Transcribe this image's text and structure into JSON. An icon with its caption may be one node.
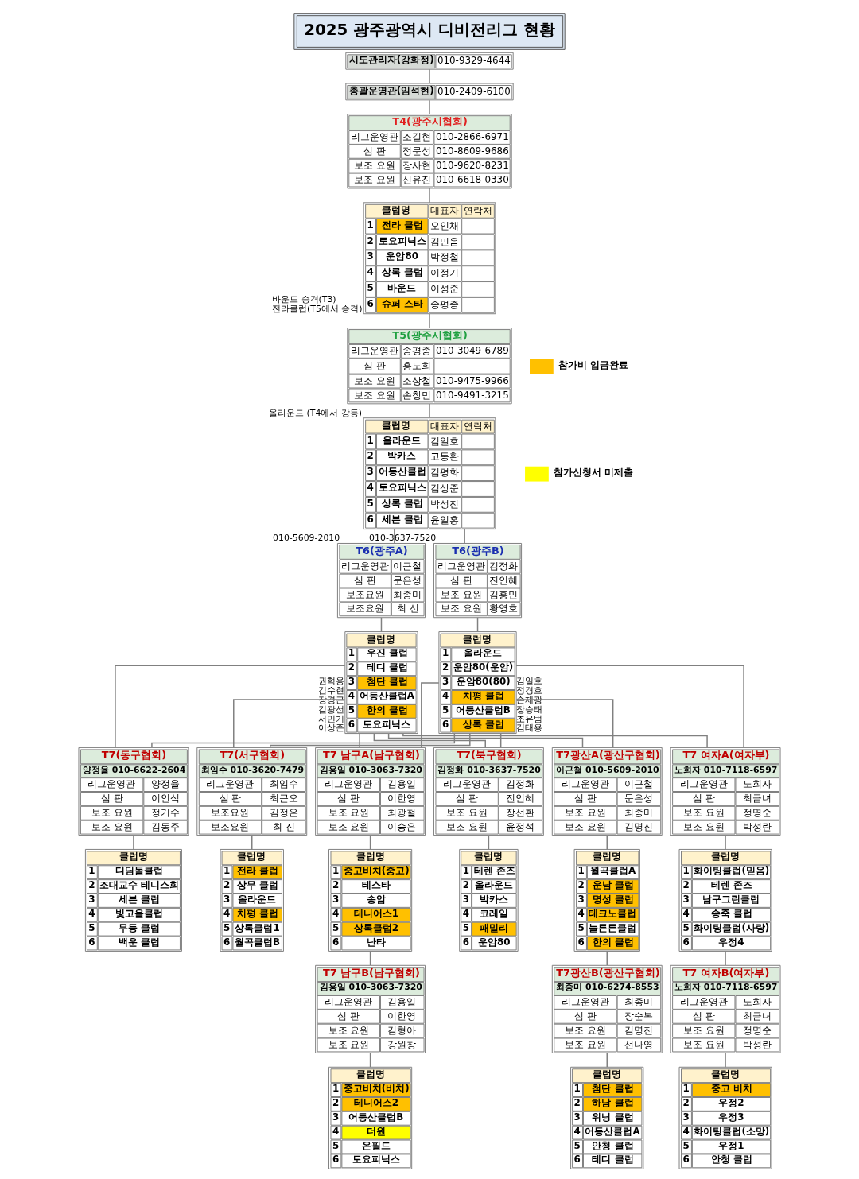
{
  "diagram": {
    "title": "2025 광주광역시 디비전리그 현황",
    "nodes": [
      {
        "text": [
          "시도관리자(강화정)",
          "010-9329-4644"
        ]
      },
      {
        "text": [
          "총괄운영관(임석현)",
          "010-2409-6100"
        ]
      },
      {
        "text": [
          "T4(광주시협회)",
          "리그운영관",
          "조길현",
          "010-2866-6971",
          "심 판",
          "정문성",
          "010-8609-9686",
          "보조 요원",
          "장사현",
          "010-9620-8231",
          "보조 요원",
          "신유진",
          "010-6618-0330"
        ]
      },
      {
        "text": [
          "클럽명",
          "대표자",
          "연락처",
          "1",
          "전라 클럽",
          "오인채",
          "2",
          "토요피닉스",
          "김민음",
          "3",
          "운암80",
          "박정철",
          "4",
          "상록 클럽",
          "이정기",
          "5",
          "바운드",
          "이성준",
          "6",
          "슈퍼 스타",
          "송평종"
        ],
        "beside": [
          "바운드 승격(T3)",
          "전라클럽(T5에서 승격)"
        ]
      },
      {
        "text": [
          "T5(광주시협회)",
          "리그운영관",
          "송평종",
          "010-3049-6789",
          "심 판",
          "홍도희",
          "보조 요원",
          "조상철",
          "010-9475-9966",
          "보조 요원",
          "손창민",
          "010-9491-3215"
        ]
      },
      {
        "text": [
          "클럽명",
          "대표자",
          "연락처",
          "1",
          "올라운드",
          "김일호",
          "2",
          "박카스",
          "고동환",
          "3",
          "어등산클럽",
          "김평화",
          "4",
          "토요피닉스",
          "김상준",
          "5",
          "상록 클럽",
          "박성진",
          "6",
          "세븐 클럽",
          "윤일홍"
        ],
        "beside": [
          "올라운드 (T4에서 강등)"
        ]
      },
      {
        "text": [
          "T6(광주A)",
          "리그운영관",
          "이근철",
          "심 판",
          "문은성",
          "보조요원",
          "최종미",
          "보조요원",
          "최 선"
        ],
        "beside": [
          "010-5609-2010"
        ]
      },
      {
        "text": [
          "클럽명",
          "1",
          "우진 클럽",
          "2",
          "테디 클럽",
          "3",
          "첨단 클럽",
          "4",
          "어등산클럽A",
          "5",
          "한의 클럽",
          "6",
          "토요피닉스"
        ],
        "beside": [
          "권혁용",
          "김수현",
          "장경근",
          "김광선",
          "서민기",
          "이상준"
        ]
      },
      {
        "text": [
          "T6(광주B)",
          "리그운영관",
          "김정화",
          "심 판",
          "진인혜",
          "보조 요원",
          "김홍민",
          "보조 요원",
          "황영호"
        ],
        "beside": [
          "010-3637-7520"
        ]
      },
      {
        "text": [
          "클럽명",
          "1",
          "올라운드",
          "2",
          "운암80(운암)",
          "3",
          "운암80(80)",
          "4",
          "치평 클럽",
          "5",
          "어등산클럽B",
          "6",
          "상록 클럽"
        ],
        "beside": [
          "김일호",
          "정경호",
          "손재광",
          "장승태",
          "조유범",
          "김태용"
        ]
      },
      {
        "text": [
          "T7(동구협회)",
          "양정율 010-6622-2604",
          "리그운영관",
          "양정율",
          "심 판",
          "이인식",
          "보조 요원",
          "정기수",
          "보조 요원",
          "김동주"
        ]
      },
      {
        "text": [
          "클럽명",
          "1",
          "디딤돌클럽",
          "2",
          "조대교수 테니스회",
          "3",
          "세븐 클럽",
          "4",
          "빛고을클럽",
          "5",
          "무등 클럽",
          "6",
          "백운 클럽"
        ]
      },
      {
        "text": [
          "T7(서구협회)",
          "최임수 010-3620-7479",
          "리그운영관",
          "최임수",
          "심 판",
          "최근오",
          "보조요원",
          "김정은",
          "보조요원",
          "최 진"
        ]
      },
      {
        "text": [
          "클럽명",
          "1",
          "전라 클럽",
          "2",
          "상무 클럽",
          "3",
          "올라운드",
          "4",
          "치평 클럽",
          "5",
          "상록클럽1",
          "6",
          "월곡클럽B"
        ]
      },
      {
        "text": [
          "T7 남구A(남구협회)",
          "김용일 010-3063-7320",
          "리그운영관",
          "김용일",
          "심 판",
          "이한영",
          "보조 요원",
          "최광철",
          "보조 요원",
          "이승은"
        ]
      },
      {
        "text": [
          "클럽명",
          "1",
          "중고비치(중고)",
          "2",
          "테스타",
          "3",
          "송암",
          "4",
          "테니어스1",
          "5",
          "상록클럽2",
          "6",
          "난타"
        ]
      },
      {
        "text": [
          "T7(북구협회)",
          "김정화 010-3637-7520",
          "리그운영관",
          "김정화",
          "심 판",
          "진인혜",
          "보조 요원",
          "장선환",
          "보조 요원",
          "윤정석"
        ]
      },
      {
        "text": [
          "클럽명",
          "1",
          "테렌 존즈",
          "2",
          "올라운드",
          "3",
          "박카스",
          "4",
          "코레일",
          "5",
          "패밀리",
          "6",
          "운암80"
        ]
      },
      {
        "text": [
          "T7광산A(광산구협회)",
          "이근철 010-5609-2010",
          "리그운영관",
          "이근철",
          "심 판",
          "문은성",
          "보조 요원",
          "최종미",
          "보조 요원",
          "김명진"
        ]
      },
      {
        "text": [
          "클럽명",
          "1",
          "월곡클럽A",
          "2",
          "운남 클럽",
          "3",
          "명성 클럽",
          "4",
          "테크노클럽",
          "5",
          "늘튼튼클럽",
          "6",
          "한의 클럽"
        ]
      },
      {
        "text": [
          "T7 여자A(여자부)",
          "노희자 010-7118-6597",
          "리그운영관",
          "노희자",
          "심 판",
          "최금녀",
          "보조 요원",
          "정명순",
          "보조 요원",
          "박성란"
        ]
      },
      {
        "text": [
          "클럽명",
          "1",
          "화이팅클럽(믿음)",
          "2",
          "테렌 존즈",
          "3",
          "남구그린클럽",
          "4",
          "송죽 클럽",
          "5",
          "화이팅클럽(사랑)",
          "6",
          "우정4"
        ]
      },
      {
        "text": [
          "T7 남구B(남구협회)",
          "김용일 010-3063-7320",
          "리그운영관",
          "김용일",
          "심 판",
          "이한영",
          "보조 요원",
          "김형아",
          "보조 요원",
          "강원창"
        ]
      },
      {
        "text": [
          "클럽명",
          "1",
          "중고비치(비치)",
          "2",
          "테니어스2",
          "3",
          "어등산클럽B",
          "4",
          "더원",
          "5",
          "온필드",
          "6",
          "토요피닉스"
        ]
      },
      {
        "text": [
          "T7광산B(광산구협회)",
          "최종미 010-6274-8553",
          "리그운영관",
          "최종미",
          "심 판",
          "장순복",
          "보조 요원",
          "김명진",
          "보조 요원",
          "선나영"
        ]
      },
      {
        "text": [
          "클럽명",
          "1",
          "첨단 클럽",
          "2",
          "하남 클럽",
          "3",
          "위닝 클럽",
          "4",
          "어등산클럽A",
          "5",
          "안청 클럽",
          "6",
          "테디 클럽"
        ]
      },
      {
        "text": [
          "T7 여자B(여자부)",
          "노희자 010-7118-6597",
          "리그운영관",
          "노희자",
          "심 판",
          "최금녀",
          "보조 요원",
          "정명순",
          "보조 요원",
          "박성란"
        ]
      },
      {
        "text": [
          "클럽명",
          "1",
          "중고 비치",
          "2",
          "우정2",
          "3",
          "우정3",
          "4",
          "화이팅클럽(소망)",
          "5",
          "우정1",
          "6",
          "안청 클럽"
        ]
      }
    ],
    "edges": [
      {
        "from": 0,
        "to": 1,
        "arrow": "none"
      },
      {
        "from": 1,
        "to": 2,
        "arrow": "none"
      },
      {
        "from": 2,
        "to": 3,
        "arrow": "none"
      },
      {
        "from": 3,
        "to": 4,
        "arrow": "none"
      },
      {
        "from": 4,
        "to": 5,
        "arrow": "none"
      },
      {
        "from": 5,
        "to": 6,
        "arrow": "none"
      },
      {
        "from": 5,
        "to": 8,
        "arrow": "none"
      },
      {
        "from": 6,
        "to": 7,
        "arrow": "none"
      },
      {
        "from": 8,
        "to": 9,
        "arrow": "none"
      },
      {
        "from": 7,
        "to": 10,
        "arrow": "none"
      },
      {
        "from": 7,
        "to": 12,
        "arrow": "none"
      },
      {
        "from": 7,
        "to": 14,
        "arrow": "none"
      },
      {
        "from": 7,
        "to": 16,
        "arrow": "none"
      },
      {
        "from": 7,
        "to": 18,
        "arrow": "none"
      },
      {
        "from": 7,
        "to": 20,
        "arrow": "none"
      },
      {
        "from": 9,
        "to": 10,
        "arrow": "none"
      },
      {
        "from": 9,
        "to": 12,
        "arrow": "none"
      },
      {
        "from": 9,
        "to": 14,
        "arrow": "none"
      },
      {
        "from": 9,
        "to": 16,
        "arrow": "none"
      },
      {
        "from": 9,
        "to": 18,
        "arrow": "none"
      },
      {
        "from": 9,
        "to": 20,
        "arrow": "none"
      },
      {
        "from": 10,
        "to": 11,
        "arrow": "none"
      },
      {
        "from": 12,
        "to": 13,
        "arrow": "none"
      },
      {
        "from": 14,
        "to": 15,
        "arrow": "none"
      },
      {
        "from": 16,
        "to": 17,
        "arrow": "none"
      },
      {
        "from": 18,
        "to": 19,
        "arrow": "none"
      },
      {
        "from": 20,
        "to": 21,
        "arrow": "none"
      },
      {
        "from": 15,
        "to": 22,
        "arrow": "none"
      },
      {
        "from": 19,
        "to": 24,
        "arrow": "none"
      },
      {
        "from": 21,
        "to": 26,
        "arrow": "none"
      },
      {
        "from": 22,
        "to": 23,
        "arrow": "none"
      },
      {
        "from": 24,
        "to": 25,
        "arrow": "none"
      },
      {
        "from": 26,
        "to": 27,
        "arrow": "none"
      }
    ],
    "legend": [
      {
        "text": "참가비 입금완료",
        "color": "#ffc000"
      },
      {
        "text": "참가신청서 미제출",
        "color": "#ffff00"
      }
    ]
  }
}
